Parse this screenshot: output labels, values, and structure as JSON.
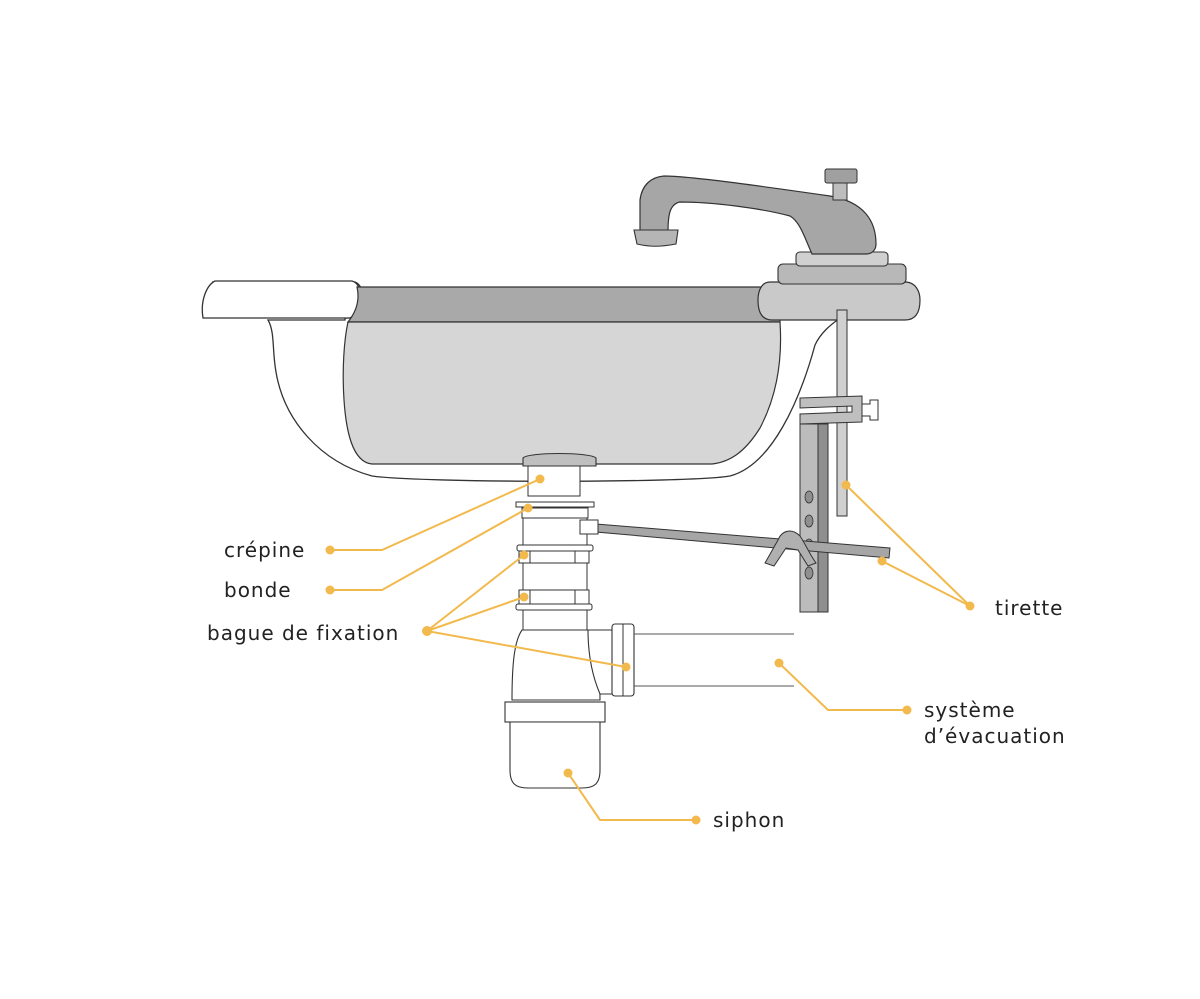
{
  "labels": {
    "crepine": "crépine",
    "bonde": "bonde",
    "bague": "bague de fixation",
    "tirette": "tirette",
    "systeme_line1": "système",
    "systeme_line2": "d’évacuation",
    "siphon": "siphon"
  },
  "colors": {
    "leader": "#f2b94d",
    "outline": "#333333",
    "basin_fill": "#d6d6d6",
    "rim_fill": "#a9a9a9",
    "metal": "#a6a6a6",
    "metal_dark": "#8c8c8c",
    "white": "#ffffff"
  }
}
